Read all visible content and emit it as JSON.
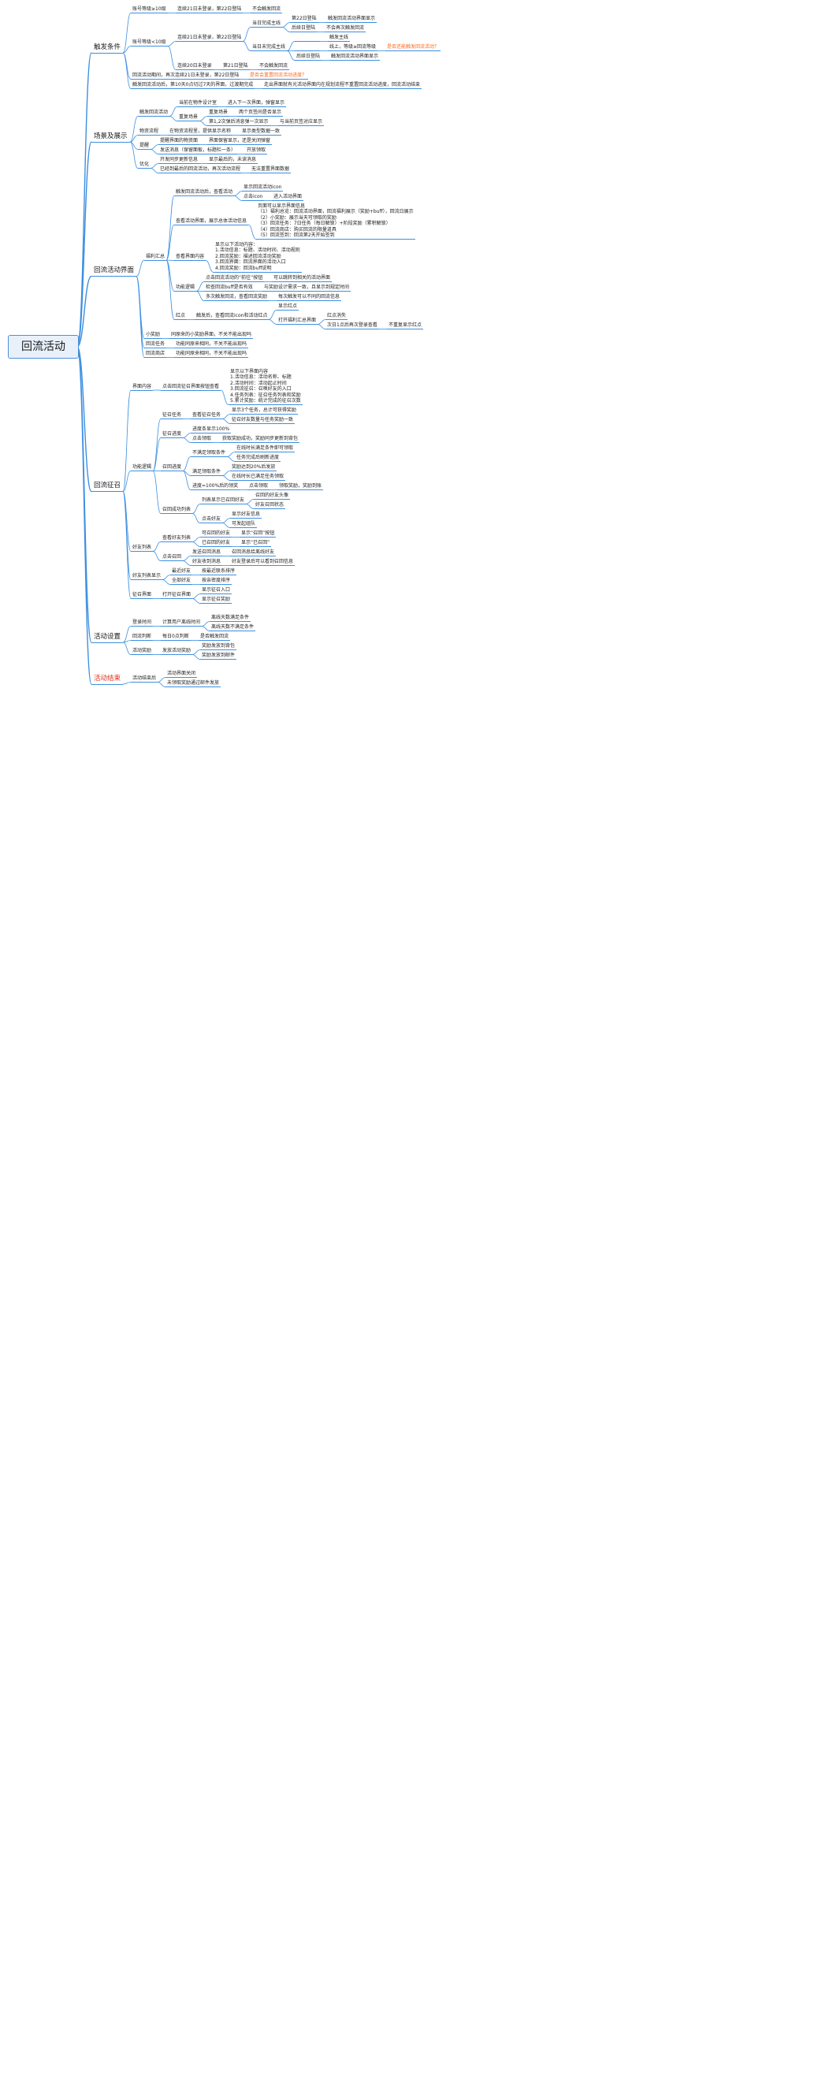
{
  "root": "回流活动",
  "colors": {
    "line": "#3c8fe0",
    "highlight": "#ff6a1a",
    "red_label": "#e0301e",
    "root_bg": "#e8f1fb"
  },
  "nodes": [
    [
      "n1",
      "触发条件",
      "root",
      "l1"
    ],
    [
      "n1a",
      "账号等级≥10级",
      "n1",
      ""
    ],
    [
      "n1a1",
      "连续21日未登录，第22日登陆",
      "n1a",
      ""
    ],
    [
      "n1a1a",
      "不会触发回流",
      "n1a1",
      ""
    ],
    [
      "n1b",
      "账号等级<10级",
      "n1",
      ""
    ],
    [
      "n1b1",
      "连续21日未登录，第22日登陆",
      "n1b",
      ""
    ],
    [
      "n1b1a",
      "当日完成主线",
      "n1b1",
      ""
    ],
    [
      "n1b1a1",
      "第22日登陆",
      "n1b1a",
      ""
    ],
    [
      "n1b1a1a",
      "触发回流活动界面显示",
      "n1b1a1",
      ""
    ],
    [
      "n1b1a2",
      "后续日登陆",
      "n1b1a",
      ""
    ],
    [
      "n1b1a2a",
      "不会再次触发回流",
      "n1b1a2",
      ""
    ],
    [
      "n1b1b",
      "当日未完成主线",
      "n1b1",
      ""
    ],
    [
      "n1b1b1",
      "",
      "n1b1b",
      ""
    ],
    [
      "n1b1b1a",
      "触发主线",
      "n1b1b1",
      ""
    ],
    [
      "n1b1b2",
      "",
      "n1b1b",
      ""
    ],
    [
      "n1b1b2a",
      "线上，等级≥回流等级",
      "n1b1b2",
      ""
    ],
    [
      "n1b1b2a1",
      "是否还能触发回流活动？",
      "n1b1b2a",
      "hl"
    ],
    [
      "n1b1b3",
      "后续日登陆",
      "n1b1b",
      ""
    ],
    [
      "n1b1b3a",
      "触发回流活动界面显示",
      "n1b1b3",
      ""
    ],
    [
      "n1b2",
      "连续20日未登录",
      "n1b",
      ""
    ],
    [
      "n1b2a",
      "第21日登陆",
      "n1b2",
      ""
    ],
    [
      "n1b2a1",
      "不会触发回流",
      "n1b2a",
      ""
    ],
    [
      "n1c",
      "回流活动期间，再次连续21日未登录，第22日登陆",
      "n1",
      ""
    ],
    [
      "n1c1",
      "是否会重置回流活动进度？",
      "n1c",
      "hl"
    ],
    [
      "n1d",
      "触发回流活动后，第10天0点切过7天的界面，过渡期完成",
      "n1",
      ""
    ],
    [
      "n1d1",
      "走出界面就有光活动界面内在规划流程不重置回流活动进度，回流活动结束",
      "n1d",
      ""
    ],
    [
      "n2",
      "场景及展示",
      "root",
      "l1"
    ],
    [
      "n2a",
      "触发回流活动",
      "n2",
      ""
    ],
    [
      "n2a1",
      "当前在物件设计室",
      "n2a",
      ""
    ],
    [
      "n2a1a",
      "进入下一次界面，弹窗显示",
      "n2a1",
      ""
    ],
    [
      "n2a2",
      "重复场景",
      "n2a",
      ""
    ],
    [
      "n2a2a",
      "重复场景",
      "n2a2",
      ""
    ],
    [
      "n2a2a1",
      "两个页签间是否显示",
      "n2a2a",
      ""
    ],
    [
      "n2a2b",
      "第1,2次弹后消息弹一次显示",
      "n2a2",
      ""
    ],
    [
      "n2a2b1",
      "与当前页签对应显示",
      "n2a2b",
      ""
    ],
    [
      "n2b",
      "物资流程",
      "n2",
      ""
    ],
    [
      "n2b1",
      "在物资流程里，提供显示名称",
      "n2b",
      ""
    ],
    [
      "n2b1a",
      "显示类型数据一致",
      "n2b1",
      ""
    ],
    [
      "n2c",
      "提醒",
      "n2",
      ""
    ],
    [
      "n2c1",
      "提醒界面的物资面",
      "n2c",
      ""
    ],
    [
      "n2c1a",
      "界面保留显示，还是关闭弹窗",
      "n2c1",
      ""
    ],
    [
      "n2c2",
      "发送消息（保留面板，标题栏一条）",
      "n2c",
      ""
    ],
    [
      "n2c2a",
      "开放领取",
      "n2c2",
      ""
    ],
    [
      "n2d",
      "优化",
      "n2",
      ""
    ],
    [
      "n2d1",
      "开发同步更新信息",
      "n2d",
      ""
    ],
    [
      "n2d1a",
      "显示最后的，未读消息",
      "n2d1",
      ""
    ],
    [
      "n2d2",
      "已经到最后的回流活动，再次活动流程",
      "n2d",
      ""
    ],
    [
      "n2d2a",
      "无法重置界面数据",
      "n2d2",
      ""
    ],
    [
      "n3",
      "回流活动界面",
      "root",
      "l1"
    ],
    [
      "n3a",
      "福利汇总",
      "n3",
      ""
    ],
    [
      "n3a1",
      "触发回流活动后，查看活动",
      "n3a",
      ""
    ],
    [
      "n3a1a",
      "显示回流活动icon",
      "n3a1",
      ""
    ],
    [
      "n3a1b",
      "点击icon",
      "n3a1",
      ""
    ],
    [
      "n3a1b1",
      "进入活动界面",
      "n3a1b",
      ""
    ],
    [
      "n3a2",
      "查看活动界面，展示总体活动信息",
      "n3a",
      ""
    ],
    [
      "n3a2a",
      "页面可以显示界面信息\n（1）福利总览：回流活动界面，回流福利展示（奖励+buff），回流日展示\n（2）小奖励：展示当天可领取的奖励\n（3）回流任务：7日任务（每日解锁）+阶段奖励（累积解锁）\n（4）回流商店：购买回流的限量道具\n（5）回流签到：回流第2天开始签到",
      "n3a2",
      "multi"
    ],
    [
      "n3a3",
      "查看界面内容",
      "n3a",
      ""
    ],
    [
      "n3a3a",
      "显示以下活动内容：\n1.活动信息：标题、活动时间、活动规则\n2.回流奖励：描述回流活动奖励\n3.回流界面：回流界面的活动入口\n4.回流奖励：回流buff说明",
      "n3a3",
      "multi"
    ],
    [
      "n3a4",
      "功能逻辑",
      "n3a",
      ""
    ],
    [
      "n3a4a",
      "点击回流活动的“前往”按钮",
      "n3a4",
      ""
    ],
    [
      "n3a4a1",
      "可以跳转到相关的活动界面",
      "n3a4a",
      ""
    ],
    [
      "n3a4b",
      "检查回流buff是否有效",
      "n3a4",
      ""
    ],
    [
      "n3a4b1",
      "与奖励设计需求一致，且显示到规定时间",
      "n3a4b",
      ""
    ],
    [
      "n3a4c",
      "多次触发回流，查看回流奖励",
      "n3a4",
      ""
    ],
    [
      "n3a4c1",
      "每次触发可以不同的回流信息",
      "n3a4c",
      ""
    ],
    [
      "n3a5",
      "红点",
      "n3a",
      ""
    ],
    [
      "n3a5a",
      "触发后，查看回流icon和活动红点",
      "n3a5",
      ""
    ],
    [
      "n3a5a1",
      "显示红点",
      "n3a5a",
      ""
    ],
    [
      "n3a5a2",
      "打开福利汇总界面",
      "n3a5a",
      ""
    ],
    [
      "n3a5a2a",
      "红点消失",
      "n3a5a2",
      ""
    ],
    [
      "n3a5a2b",
      "次日1点后再次登录查看",
      "n3a5a2",
      ""
    ],
    [
      "n3a5a2b1",
      "不重复显示红点",
      "n3a5a2b",
      ""
    ],
    [
      "n3b",
      "小奖励",
      "n3",
      ""
    ],
    [
      "n3b1",
      "同原来的小奖励界面，不关不能出现吗",
      "n3b",
      ""
    ],
    [
      "n3c",
      "回流任务",
      "n3",
      ""
    ],
    [
      "n3c1",
      "功能同原来相同，不关不能出现吗",
      "n3c",
      ""
    ],
    [
      "n3d",
      "回流商店",
      "n3",
      ""
    ],
    [
      "n3d1",
      "功能同原来相同，不关不能出现吗",
      "n3d",
      ""
    ],
    [
      "n4",
      "回流征召",
      "root",
      "l1"
    ],
    [
      "n4a",
      "界面内容",
      "n4",
      ""
    ],
    [
      "n4a1",
      "点击回流征召界面按钮查看",
      "n4a",
      ""
    ],
    [
      "n4a1a",
      "显示以下界面内容\n1.活动信息：活动名称、标题\n2.活动时间：活动起止时间\n3.回流征召：召唤好友的入口\n4.任务列表：征召任务列表和奖励\n5.累计奖励：统计完成的征召次数",
      "n4a1",
      "multi"
    ],
    [
      "n4b",
      "功能逻辑",
      "n4",
      ""
    ],
    [
      "n4b1",
      "征召任务",
      "n4b",
      ""
    ],
    [
      "n4b1a",
      "查看征召任务",
      "n4b1",
      ""
    ],
    [
      "n4b1a1",
      "显示3个任务，总计可获得奖励",
      "n4b1a",
      ""
    ],
    [
      "n4b1a2",
      "征召好友数量与任务奖励一致",
      "n4b1a",
      ""
    ],
    [
      "n4b2",
      "征召进度",
      "n4b",
      ""
    ],
    [
      "n4b2a",
      "进度条显示100%",
      "n4b2",
      ""
    ],
    [
      "n4b2b",
      "点击领取",
      "n4b2",
      ""
    ],
    [
      "n4b2b1",
      "获取奖励成功，奖励同步更新到背包",
      "n4b2b",
      ""
    ],
    [
      "n4b3",
      "召回进度",
      "n4b",
      ""
    ],
    [
      "n4b3a",
      "不满足领取条件",
      "n4b3",
      ""
    ],
    [
      "n4b3a1",
      "在线时长满足条件即可领取",
      "n4b3a",
      ""
    ],
    [
      "n4b3a2",
      "任务完成后刷新进度",
      "n4b3a",
      ""
    ],
    [
      "n4b3b",
      "满足领取条件",
      "n4b3",
      ""
    ],
    [
      "n4b3b1",
      "奖励达到20%后发放",
      "n4b3b",
      ""
    ],
    [
      "n4b3b2",
      "在线时长已满足任务领取",
      "n4b3b",
      ""
    ],
    [
      "n4b3c",
      "进度=100%后的领奖",
      "n4b3",
      ""
    ],
    [
      "n4b3c1",
      "点击领取",
      "n4b3c",
      ""
    ],
    [
      "n4b3c1a",
      "领取奖励，奖励到账",
      "n4b3c1",
      ""
    ],
    [
      "n4b4",
      "召回成功列表",
      "n4b",
      ""
    ],
    [
      "n4b4a",
      "列表显示已召回好友",
      "n4b4",
      ""
    ],
    [
      "n4b4a1",
      "召回的好友头像",
      "n4b4a",
      ""
    ],
    [
      "n4b4a2",
      "好友召回状态",
      "n4b4a",
      ""
    ],
    [
      "n4b4b",
      "点击好友",
      "n4b4",
      ""
    ],
    [
      "n4b4b1",
      "显示好友信息",
      "n4b4b",
      ""
    ],
    [
      "n4b4b2",
      "可发起组队",
      "n4b4b",
      ""
    ],
    [
      "n4c",
      "好友列表",
      "n4",
      ""
    ],
    [
      "n4c1",
      "查看好友列表",
      "n4c",
      ""
    ],
    [
      "n4c1a",
      "可召回的好友",
      "n4c1",
      ""
    ],
    [
      "n4c1a1",
      "显示“召回”按钮",
      "n4c1a",
      ""
    ],
    [
      "n4c1b",
      "已召回的好友",
      "n4c1",
      ""
    ],
    [
      "n4c1b1",
      "显示“已召回”",
      "n4c1b",
      ""
    ],
    [
      "n4c2",
      "点击召回",
      "n4c",
      ""
    ],
    [
      "n4c2a",
      "发送召回消息",
      "n4c2",
      ""
    ],
    [
      "n4c2a1",
      "召回消息给离线好友",
      "n4c2a",
      ""
    ],
    [
      "n4c2b",
      "好友收到消息",
      "n4c2",
      ""
    ],
    [
      "n4c2b1",
      "好友登录后可以看到召回信息",
      "n4c2b",
      ""
    ],
    [
      "n4d",
      "好友列表显示",
      "n4",
      ""
    ],
    [
      "n4d1",
      "最近好友",
      "n4d",
      ""
    ],
    [
      "n4d1a",
      "按最近联系排序",
      "n4d1",
      ""
    ],
    [
      "n4d2",
      "全部好友",
      "n4d",
      ""
    ],
    [
      "n4d2a",
      "按亲密度排序",
      "n4d2",
      ""
    ],
    [
      "n4e",
      "征召界面",
      "n4",
      ""
    ],
    [
      "n4e1",
      "打开征召界面",
      "n4e",
      ""
    ],
    [
      "n4e1a",
      "显示征召入口",
      "n4e1",
      ""
    ],
    [
      "n4e1b",
      "显示征召奖励",
      "n4e1",
      ""
    ],
    [
      "n5",
      "活动设置",
      "root",
      "l1"
    ],
    [
      "n5a",
      "登录时间",
      "n5",
      ""
    ],
    [
      "n5a1",
      "计算用户离线时间",
      "n5a",
      ""
    ],
    [
      "n5a1a",
      "离线天数满足条件",
      "n5a1",
      ""
    ],
    [
      "n5a1b",
      "离线天数不满足条件",
      "n5a1",
      ""
    ],
    [
      "n5b",
      "回流判断",
      "n5",
      ""
    ],
    [
      "n5b1",
      "每日0点判断",
      "n5b",
      ""
    ],
    [
      "n5b1a",
      "是否触发回流",
      "n5b1",
      ""
    ],
    [
      "n5c",
      "活动奖励",
      "n5",
      ""
    ],
    [
      "n5c1",
      "发放活动奖励",
      "n5c",
      ""
    ],
    [
      "n5c1a",
      "奖励发放到背包",
      "n5c1",
      ""
    ],
    [
      "n5c1b",
      "奖励发放到邮件",
      "n5c1",
      ""
    ],
    [
      "n6",
      "活动结束",
      "root",
      "l1 red"
    ],
    [
      "n6a",
      "活动结束后",
      "n6",
      ""
    ],
    [
      "n6a1",
      "活动界面关闭",
      "n6a",
      ""
    ],
    [
      "n6a2",
      "未领取奖励通过邮件发放",
      "n6a",
      ""
    ]
  ]
}
